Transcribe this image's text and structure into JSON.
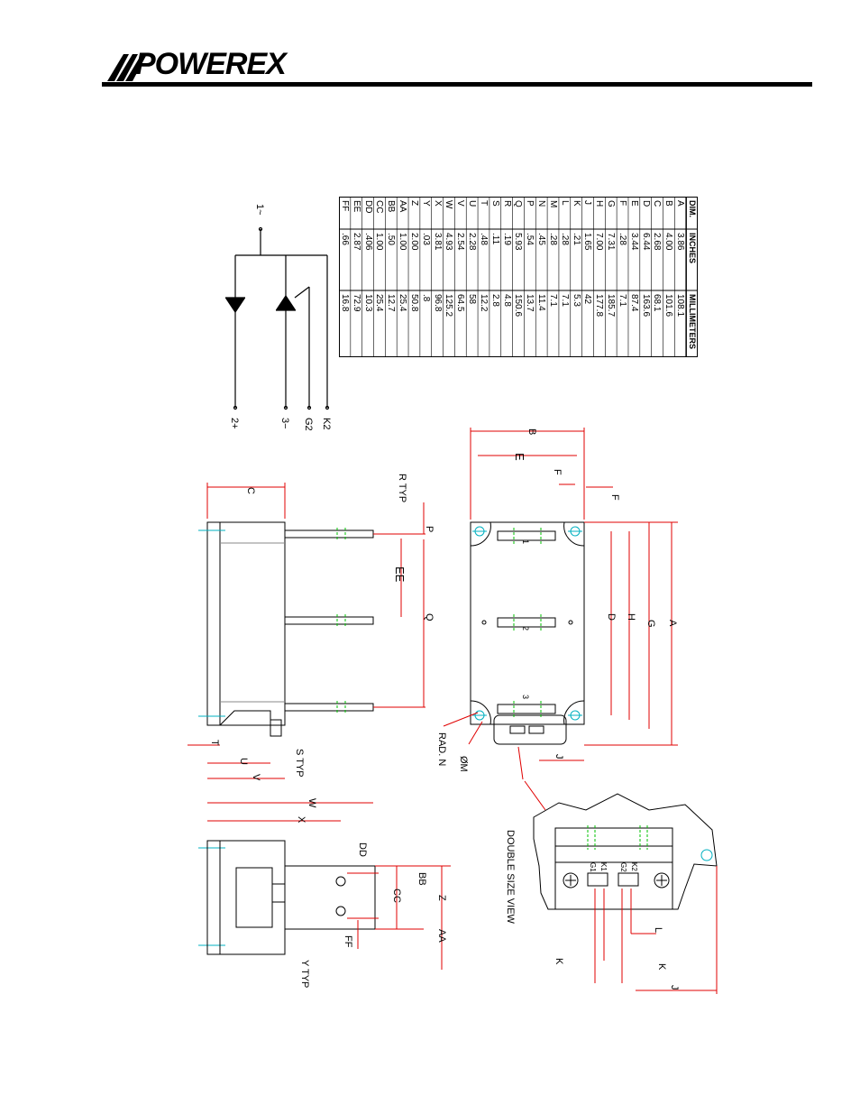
{
  "brand": {
    "logo_text": "POWEREX"
  },
  "table": {
    "headers": [
      "DIM.",
      "INCHES",
      "MILLIMETERS"
    ],
    "rows": [
      [
        "A",
        "3.86",
        "108.1"
      ],
      [
        "B",
        "4.00",
        "101.6"
      ],
      [
        "C",
        "2.68",
        "68.1"
      ],
      [
        "D",
        "6.44",
        "163.6"
      ],
      [
        "E",
        "3.44",
        "87.4"
      ],
      [
        "F",
        ".28",
        "7.1"
      ],
      [
        "G",
        "7.31",
        "185.7"
      ],
      [
        "H",
        "7.00",
        "177.8"
      ],
      [
        "J",
        "1.65",
        "42"
      ],
      [
        "K",
        ".21",
        "5.3"
      ],
      [
        "L",
        ".28",
        "7.1"
      ],
      [
        "M",
        ".28",
        "7.1"
      ],
      [
        "N",
        ".45",
        "11.4"
      ],
      [
        "P",
        ".54",
        "13.7"
      ],
      [
        "Q",
        "5.93",
        "150.6"
      ],
      [
        "R",
        ".19",
        "4.8"
      ],
      [
        "S",
        ".11",
        "2.8"
      ],
      [
        "T",
        ".48",
        "12.2"
      ],
      [
        "U",
        "2.28",
        "58"
      ],
      [
        "V",
        "2.54",
        "64.5"
      ],
      [
        "W",
        "4.93",
        "125.2"
      ],
      [
        "X",
        "3.81",
        "96.8"
      ],
      [
        "Y",
        ".03",
        ".8"
      ],
      [
        "Z",
        "2.00",
        "50.8"
      ],
      [
        "AA",
        "1.00",
        "25.4"
      ],
      [
        "BB",
        ".50",
        "12.7"
      ],
      [
        "CC",
        "1.00",
        "25.4"
      ],
      [
        "DD",
        ".406",
        "10.3"
      ],
      [
        "EE",
        "2.87",
        "72.9"
      ],
      [
        "FF",
        ".66",
        "16.8"
      ]
    ]
  },
  "schematic": {
    "terminals": [
      "1~",
      "2+",
      "3−",
      "G2",
      "K2"
    ]
  },
  "views": {
    "side_labels": {
      "r_typ": "R TYP",
      "s_typ": "S TYP",
      "y_typ": "Y TYP",
      "rad_n": "RAD. N",
      "dia_m": "ØM"
    },
    "pin_labels": [
      "1",
      "2",
      "3"
    ],
    "detail_caption": "DOUBLE SIZE VIEW",
    "detail_pins": [
      "G1",
      "K1",
      "G2",
      "K2"
    ]
  },
  "dims": {
    "A": "A",
    "B": "B",
    "C": "C",
    "D": "D",
    "E": "E",
    "F": "F",
    "G": "G",
    "H": "H",
    "J": "J",
    "K": "K",
    "L": "L",
    "P": "P",
    "Q": "Q",
    "T": "T",
    "U": "U",
    "V": "V",
    "W": "W",
    "X": "X",
    "Z": "Z",
    "AA": "AA",
    "BB": "BB",
    "CC": "CC",
    "DD": "DD",
    "EE": "EE",
    "FF": "FF"
  },
  "colors": {
    "dimension": "#e00000",
    "centerline": "#00b0c0",
    "hatch": "#00c000",
    "ink": "#000000"
  }
}
